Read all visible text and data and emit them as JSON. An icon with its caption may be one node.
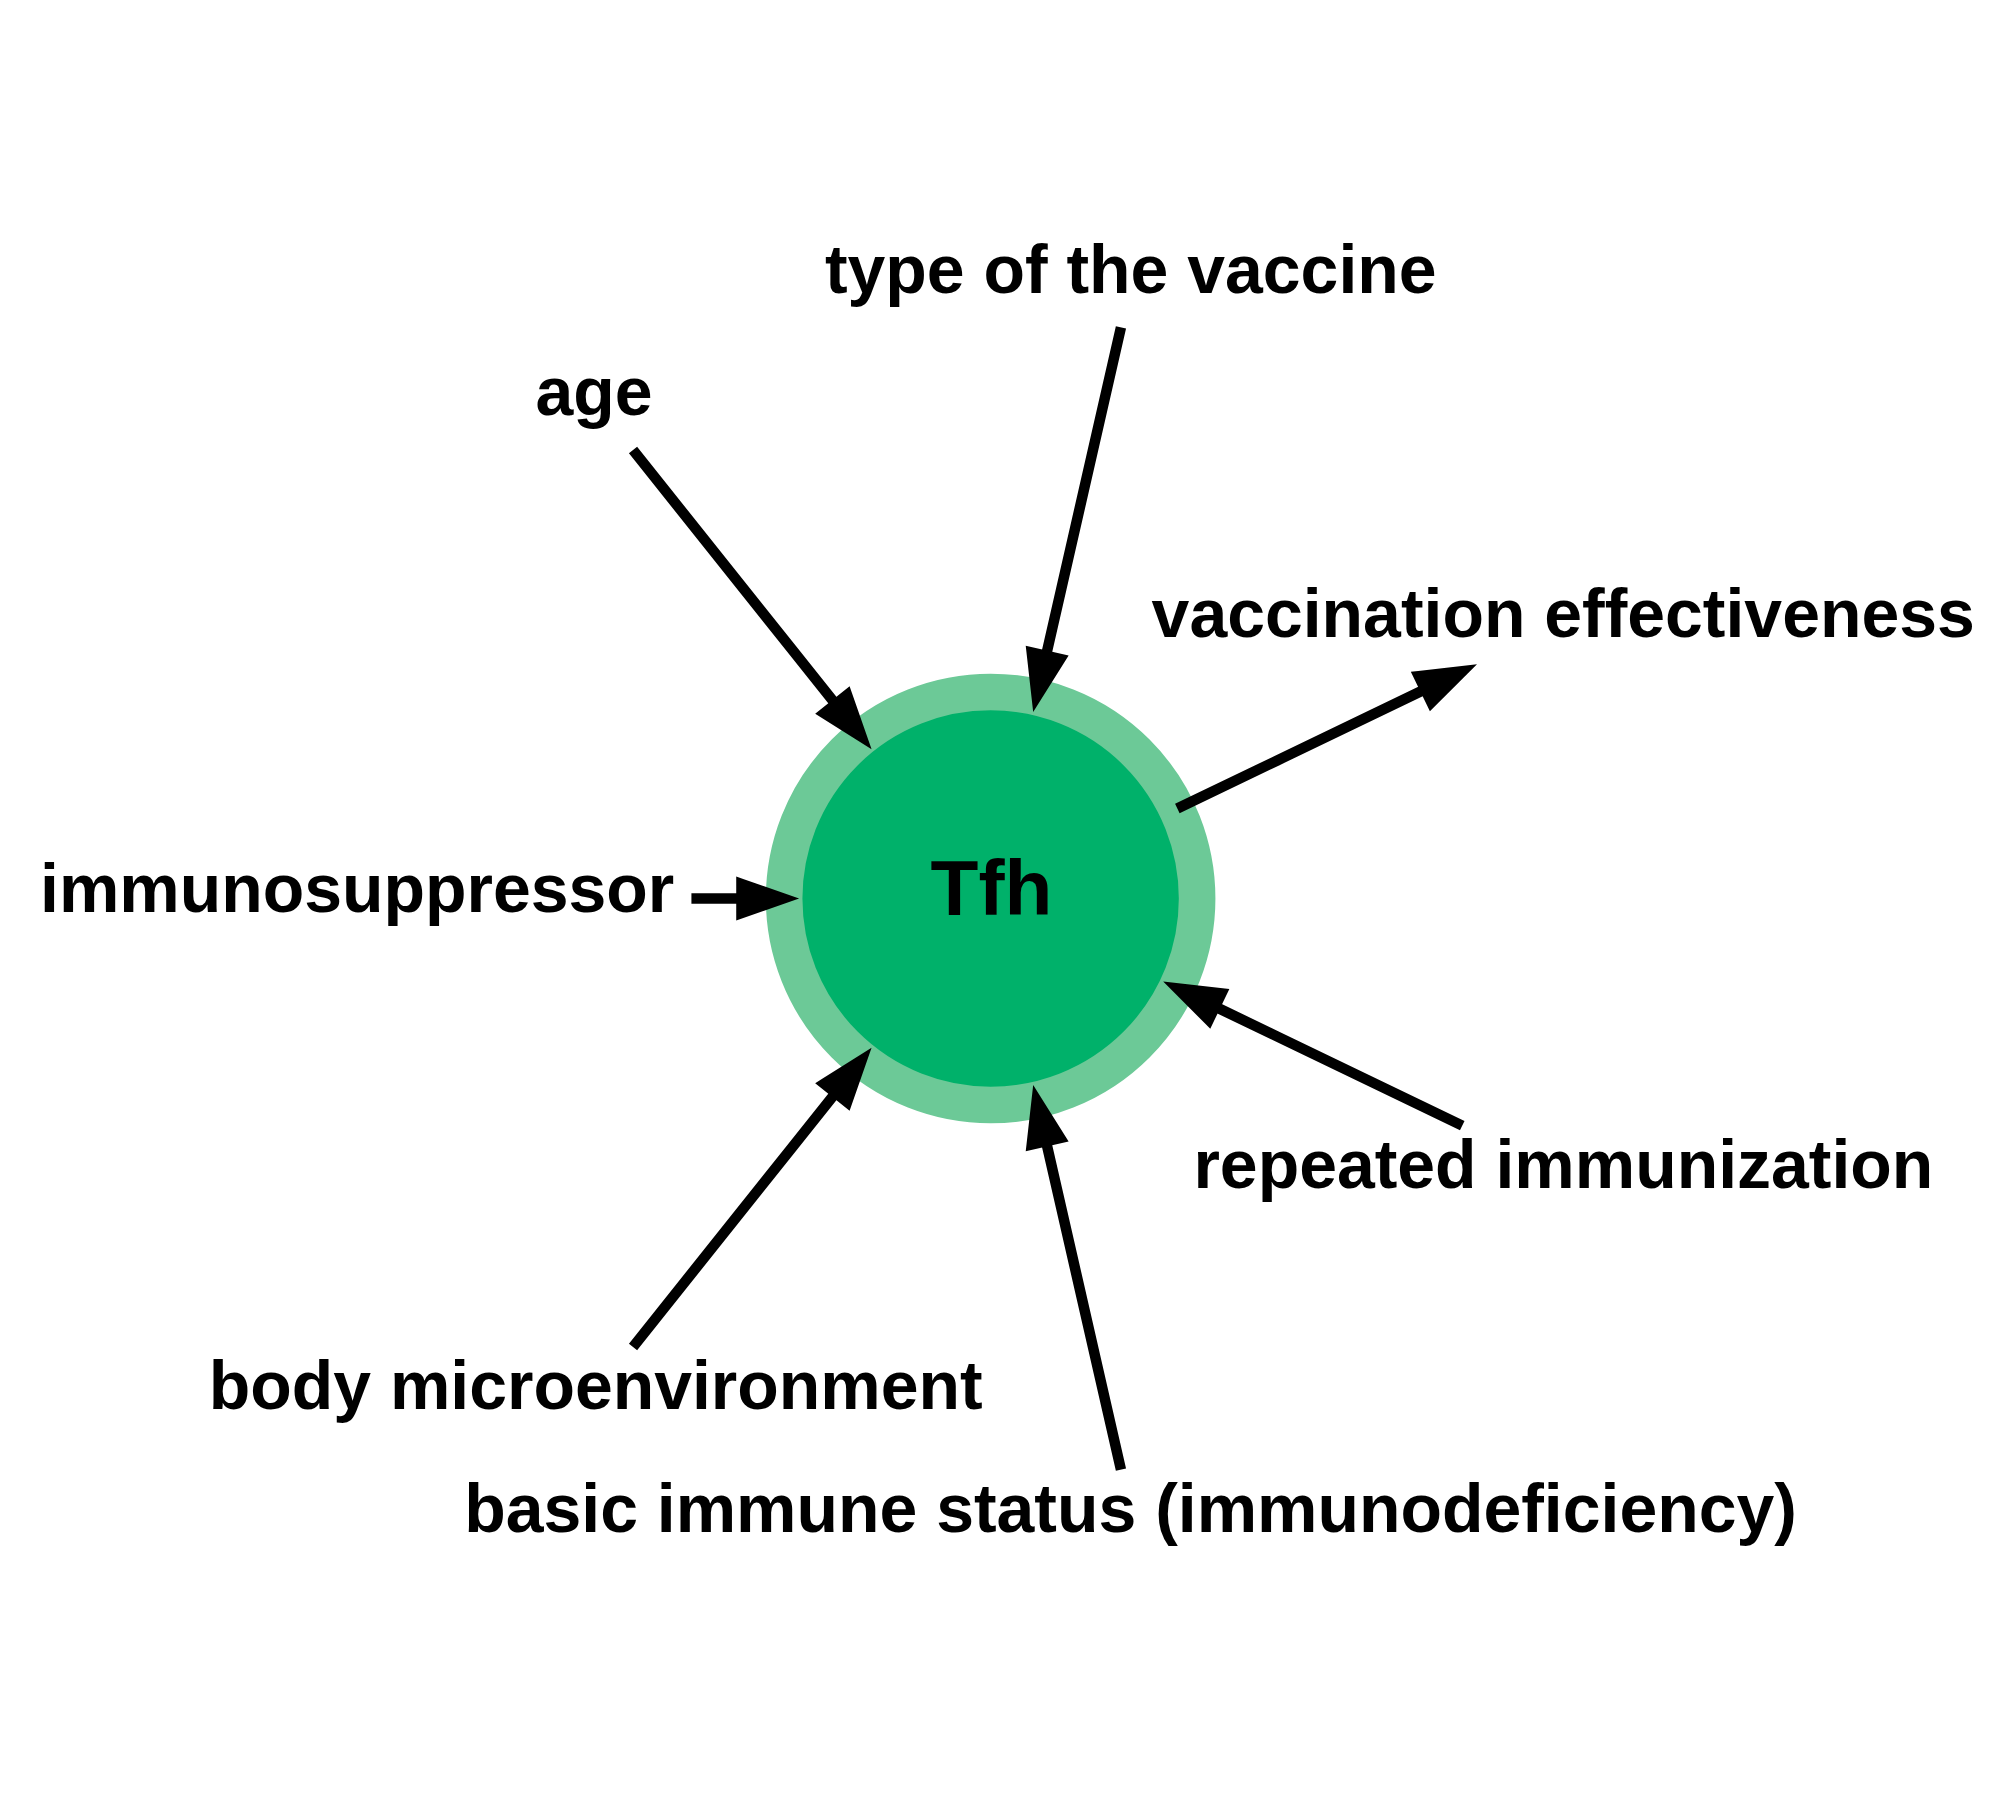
{
  "diagram": {
    "nodes": [
      {
        "text": [
          "type of the vaccine"
        ]
      },
      {
        "text": [
          "age"
        ]
      },
      {
        "text": [
          "immunosuppressor"
        ]
      },
      {
        "text": [
          "body microenvironment"
        ]
      },
      {
        "text": [
          "Tfh"
        ]
      },
      {
        "text": [
          "basic immune status (immunodeficiency)"
        ]
      },
      {
        "text": [
          "repeated immunization"
        ]
      },
      {
        "text": [
          "vaccination effectiveness"
        ]
      }
    ],
    "edges": [
      {
        "from": 0,
        "to": 4,
        "arrow": "to"
      },
      {
        "from": 1,
        "to": 4,
        "arrow": "to"
      },
      {
        "from": 2,
        "to": 4,
        "arrow": "to"
      },
      {
        "from": 3,
        "to": 4,
        "arrow": "to"
      },
      {
        "from": 5,
        "to": 4,
        "arrow": "to"
      },
      {
        "from": 6,
        "to": 4,
        "arrow": "to"
      },
      {
        "from": 4,
        "to": 7,
        "arrow": "to"
      }
    ]
  }
}
